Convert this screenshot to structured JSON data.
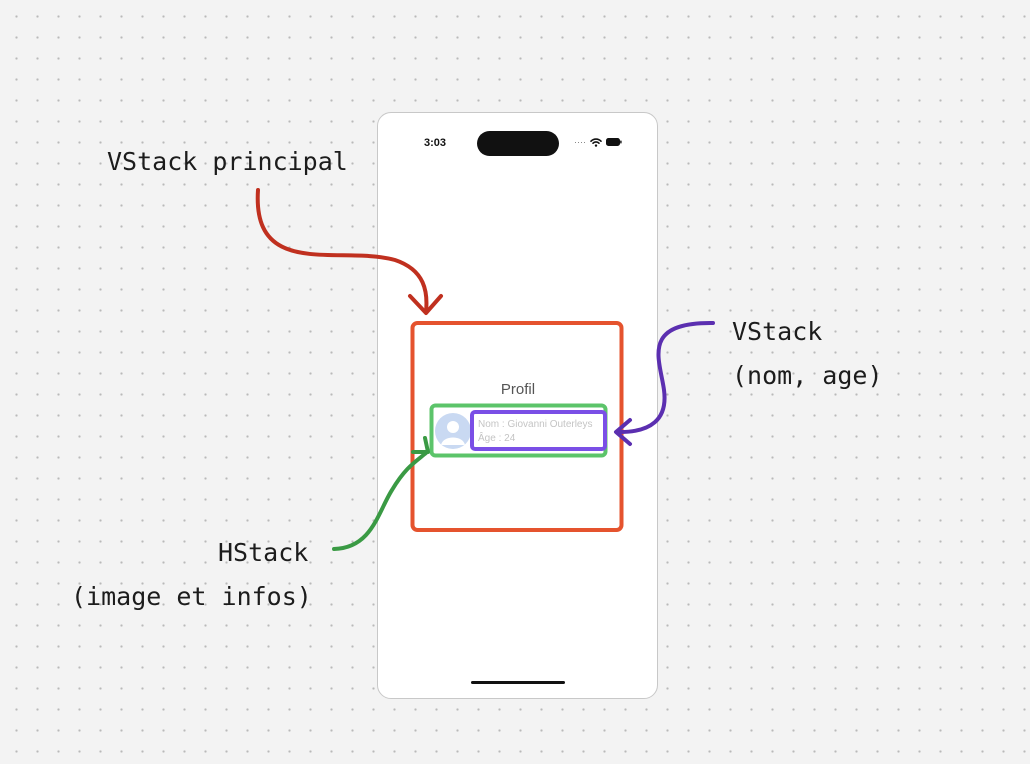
{
  "phone": {
    "status_time": "3:03",
    "screen_title": "Profil",
    "name_line": "Nom : Giovanni Outerleys",
    "age_line": "Âge : 24"
  },
  "annotations": {
    "vstack_principal": "VStack principal",
    "vstack_inner_line1": "VStack",
    "vstack_inner_line2": "(nom, age)",
    "hstack_line1": "HStack",
    "hstack_line2": "(image et infos)"
  },
  "colors": {
    "vstack_principal": "#e5532e",
    "hstack": "#5cc46a",
    "vstack_inner": "#7a4fe6",
    "arrow_red": "#c0301f",
    "arrow_green": "#3a9a44",
    "arrow_purple": "#5b2fb0"
  }
}
